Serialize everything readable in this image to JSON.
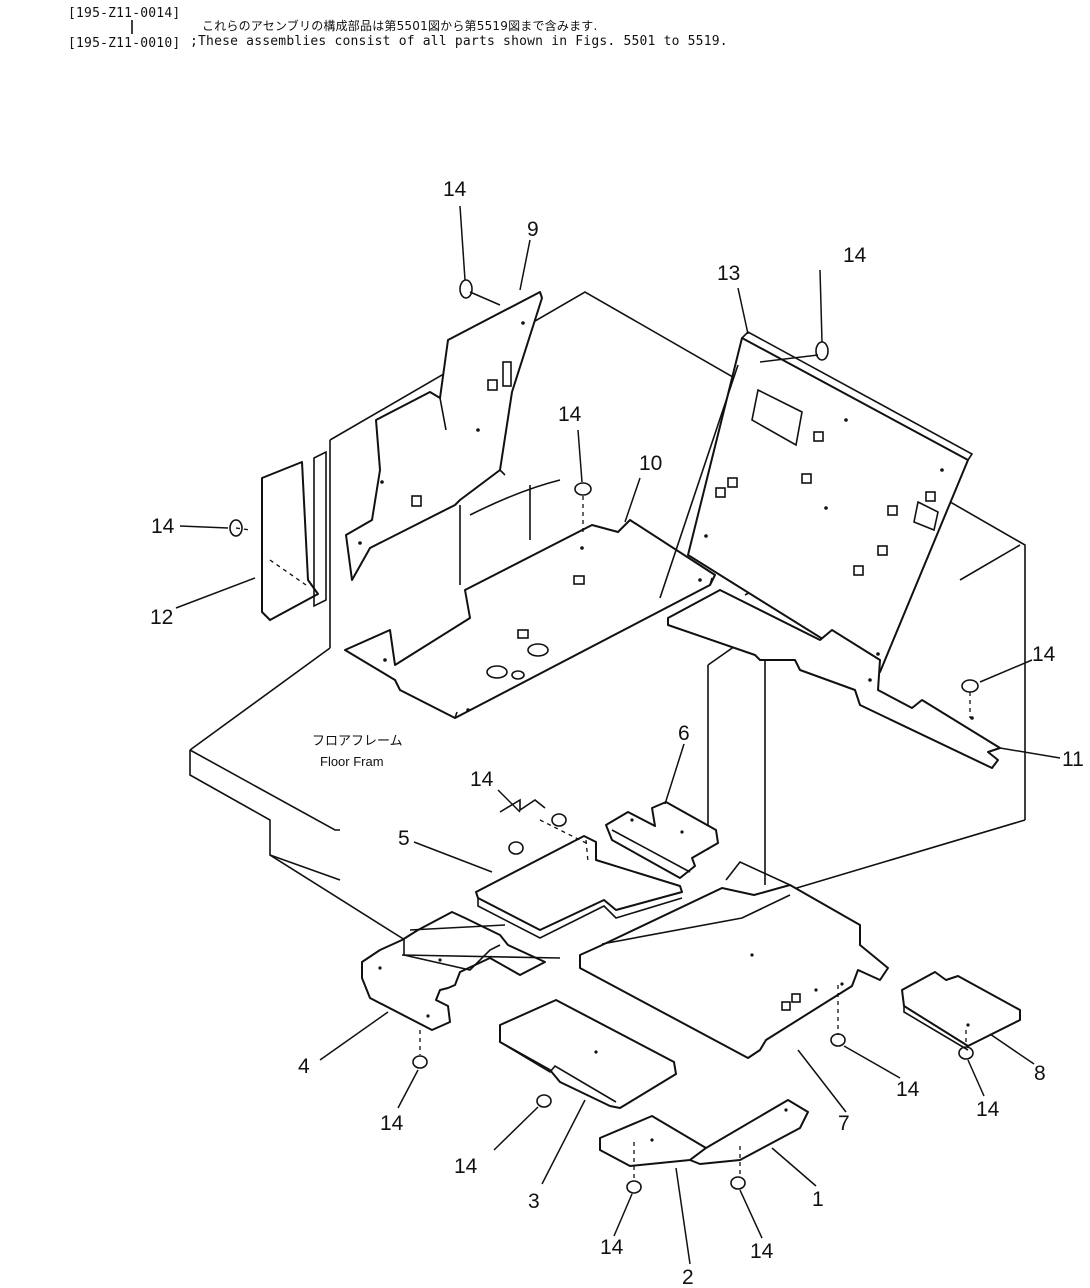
{
  "header": {
    "code_line1": "[195-Z11-0014]",
    "code_line2": "[195-Z11-0010]",
    "note_japanese": "これらのアセンブリの構成部品は第5501図から第5519図まで含みます.",
    "note_english": ";These assemblies consist of all parts shown in Figs. 5501 to 5519."
  },
  "floor_frame_label": {
    "japanese": "フロアフレーム",
    "english": "Floor Fram"
  },
  "part_numbers": {
    "p1": "1",
    "p2": "2",
    "p3": "3",
    "p4": "4",
    "p5": "5",
    "p6": "6",
    "p7": "7",
    "p8": "8",
    "p9": "9",
    "p10": "10",
    "p11": "11",
    "p12": "12",
    "p13": "13",
    "p14": "14"
  }
}
